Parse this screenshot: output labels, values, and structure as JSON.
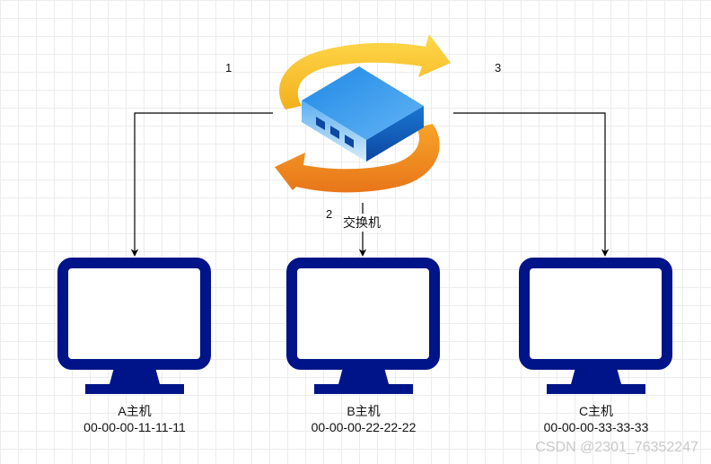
{
  "switch": {
    "label": "交换机",
    "icon": "network-switch-icon",
    "colors": {
      "arrow_top": "#F5C518",
      "arrow_bottom": "#F28C1A",
      "box_top": "#2196F3",
      "box_front": "#4FA8F0",
      "ports": "#1565C0"
    }
  },
  "edges": [
    {
      "number": "1"
    },
    {
      "number": "2"
    },
    {
      "number": "3"
    }
  ],
  "hosts": [
    {
      "name": "A主机",
      "mac": "00-00-00-11-11-11",
      "icon": "monitor-icon"
    },
    {
      "name": "B主机",
      "mac": "00-00-00-22-22-22",
      "icon": "monitor-icon"
    },
    {
      "name": "C主机",
      "mac": "00-00-00-33-33-33",
      "icon": "monitor-icon"
    }
  ],
  "monitor_color": "#001489",
  "watermark": "CSDN @2301_76352247"
}
